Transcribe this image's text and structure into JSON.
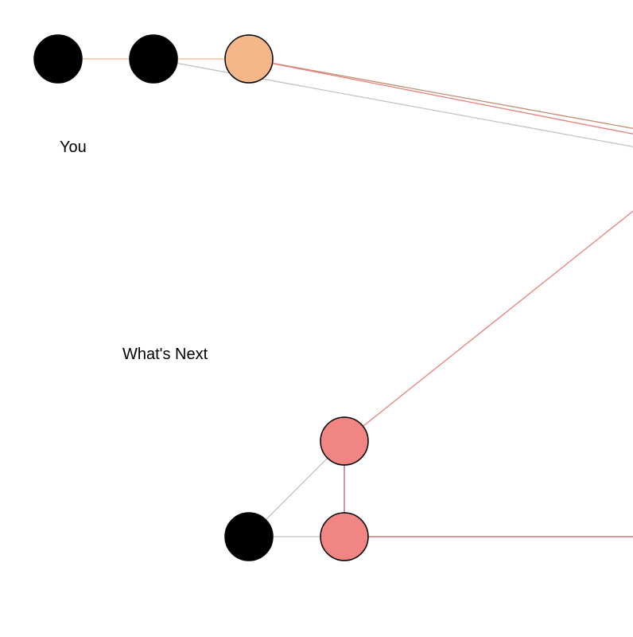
{
  "labels": {
    "you": "You",
    "whats_next": "What's Next"
  },
  "colors": {
    "black_node": "#000000",
    "orange_node": "#f5b78a",
    "pink_node": "#f08583",
    "edge_gray": "#c2c2c2",
    "edge_orange": "#f5b78a",
    "edge_brown": "#c09074",
    "edge_salmon": "#e8807c",
    "edge_dark_red": "#b06068",
    "node_stroke": "#000000"
  },
  "nodes": [
    {
      "id": "n1",
      "color": "black"
    },
    {
      "id": "n2",
      "color": "black"
    },
    {
      "id": "n3",
      "color": "orange"
    },
    {
      "id": "n4",
      "color": "pink"
    },
    {
      "id": "n5",
      "color": "black"
    },
    {
      "id": "n6",
      "color": "pink"
    }
  ],
  "edges": [
    {
      "from": "n1",
      "to": "n2",
      "color": "orange"
    },
    {
      "from": "n2",
      "to": "n3",
      "color": "orange"
    },
    {
      "from": "n4",
      "to": "n6",
      "color": "dark_red"
    },
    {
      "from": "n5",
      "to": "n6",
      "color": "gray"
    },
    {
      "from": "n5",
      "to": "n4",
      "color": "gray"
    }
  ]
}
